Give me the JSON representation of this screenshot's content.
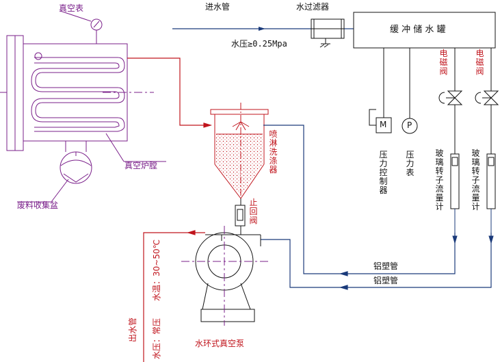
{
  "labels": {
    "water_inlet": "进水管",
    "water_filter": "水过滤器",
    "water_pressure": "水压≥0.25Mpa",
    "buffer_tank": "缓 冲 储 水 罐",
    "vacuum_gauge": "真空表",
    "vacuum_chamber": "真空炉膛",
    "waste_tray": "废料收集盆",
    "spray_scrubber": "喷淋洗涤器",
    "check_valve": "止回阀",
    "pressure_controller": "压力控制器",
    "pressure_gauge": "压力表",
    "solenoid_valve_1": "电磁阀",
    "solenoid_valve_2": "电磁阀",
    "rotameter_1": "玻璃转子流量计",
    "rotameter_2": "玻璃转子流量计",
    "al_plastic_pipe_1": "铝塑管",
    "al_plastic_pipe_2": "铝塑管",
    "water_ring_pump": "水环式真空泵",
    "outlet_pipe": "出水管",
    "outlet_pressure": "水压：常压",
    "outlet_temp": "水温：30~50℃",
    "controller_symbol": "M",
    "gauge_symbol": "P"
  },
  "colors": {
    "equipment": "#111111",
    "vacuum_side": "#7a1f8a",
    "gas_line": "#c0141c",
    "water_line": "#1a3a7a",
    "centerline": "#7a1f8a"
  }
}
